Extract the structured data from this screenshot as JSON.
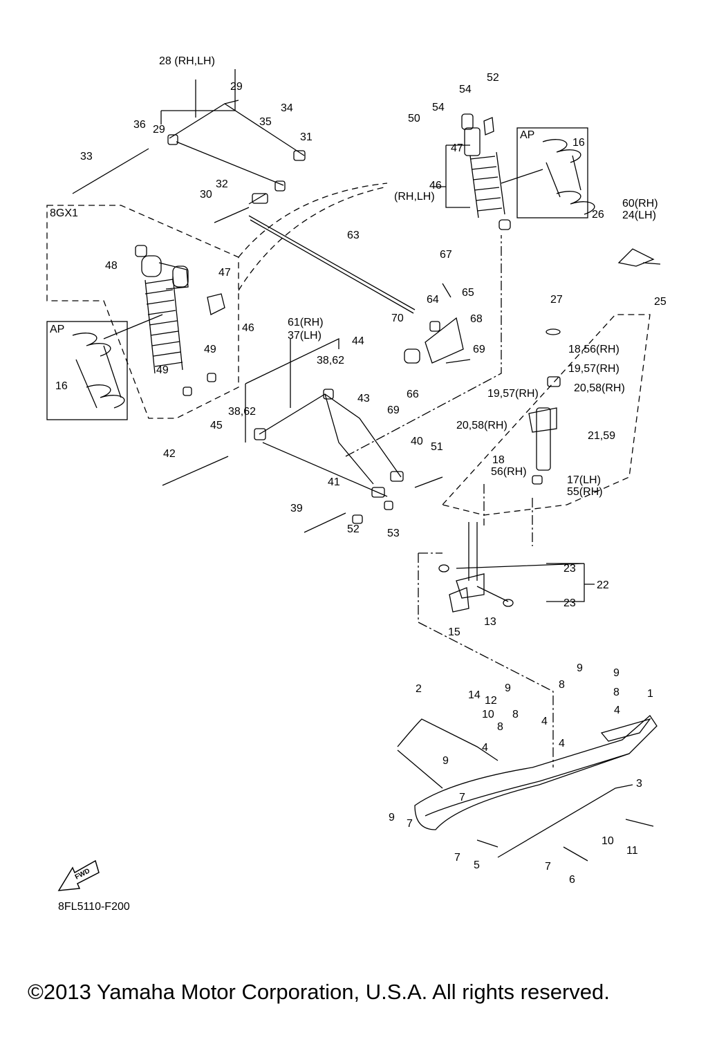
{
  "diagram": {
    "part_labels": [
      "28 (RH,LH)",
      "29",
      "34",
      "35",
      "36",
      "29",
      "31",
      "33",
      "32",
      "30",
      "8GX1",
      "48",
      "47",
      "AP",
      "16",
      "46",
      "49",
      "49",
      "63",
      "67",
      "64",
      "65",
      "68",
      "70",
      "69",
      "66",
      "61(RH)",
      "37(LH)",
      "44",
      "38,62",
      "43",
      "69",
      "38,62",
      "45",
      "42",
      "40",
      "51",
      "41",
      "39",
      "52",
      "53",
      "52",
      "54",
      "54",
      "50",
      "47",
      "46",
      "(RH,LH)",
      "AP",
      "16",
      "60(RH)",
      "24(LH)",
      "26",
      "25",
      "27",
      "18,56(RH)",
      "19,57(RH)",
      "19,57(RH)",
      "20,58(RH)",
      "20,58(RH)",
      "21,59",
      "18",
      "56(RH)",
      "17(LH)",
      "55(RH)",
      "23",
      "22",
      "23",
      "13",
      "15",
      "9",
      "9",
      "2",
      "1",
      "8",
      "8",
      "4",
      "14",
      "12",
      "10",
      "9",
      "8",
      "8",
      "4",
      "4",
      "4",
      "9",
      "7",
      "3",
      "9",
      "7",
      "10",
      "11",
      "7",
      "5",
      "7",
      "6"
    ],
    "fwd_label": "FWD",
    "diagram_code": "8FL5110-F200"
  },
  "footer": {
    "copyright": "©2013 Yamaha Motor Corporation, U.S.A. All rights reserved."
  }
}
